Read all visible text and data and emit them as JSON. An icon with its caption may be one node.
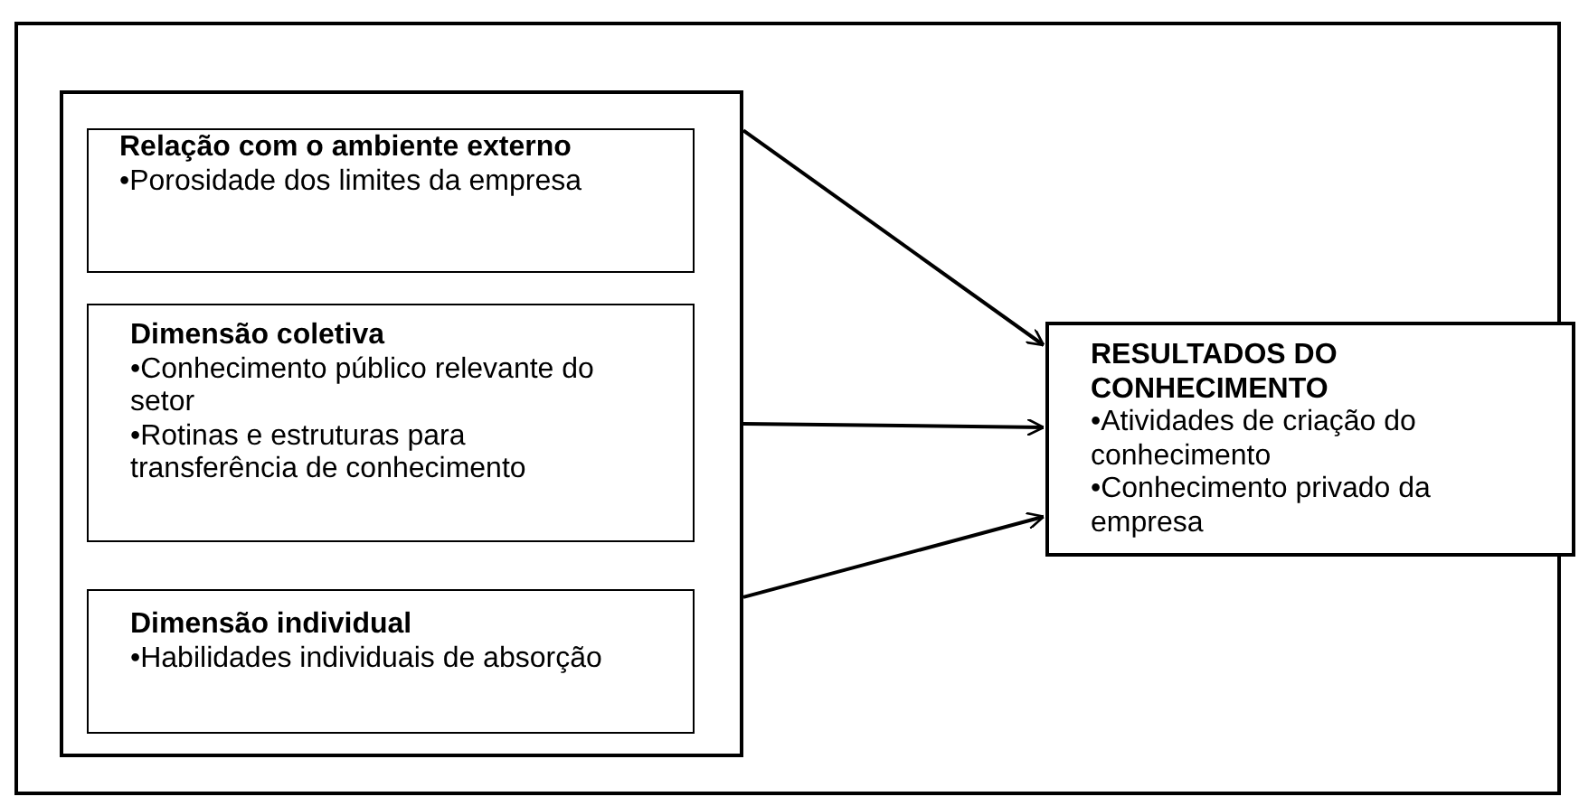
{
  "diagram": {
    "nodes": [
      {
        "text": [],
        "shape": "box"
      },
      {
        "text": [
          "Relação com o ambiente externo",
          "•Porosidade dos limites da empresa"
        ],
        "in": 0
      },
      {
        "text": [
          "Dimensão coletiva",
          "•Conhecimento público relevante do setor",
          "•Rotinas e estruturas para transferência de conhecimento"
        ],
        "in": 0
      },
      {
        "text": [
          "Dimensão individual",
          "•Habilidades individuais de absorção"
        ],
        "in": 0
      },
      {
        "text": [
          "RESULTADOS DO CONHECIMENTO",
          "•Atividades de criação do conhecimento",
          "•Conhecimento privado da empresa"
        ]
      }
    ],
    "edges": [
      {
        "from": 0,
        "to": 4,
        "arrow": "to"
      },
      {
        "from": 0,
        "to": 4,
        "arrow": "to"
      },
      {
        "from": 0,
        "to": 4,
        "arrow": "to"
      }
    ]
  }
}
